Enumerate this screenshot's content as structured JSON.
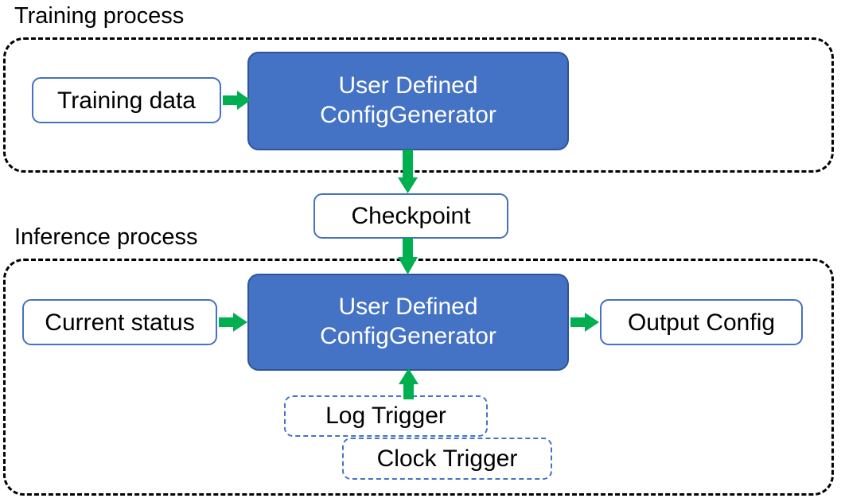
{
  "diagram": {
    "title_training": "Training process",
    "title_inference": "Inference process",
    "colors": {
      "process_fill": "#4472C4",
      "process_border": "#2F5597",
      "node_border": "#4472C4",
      "arrow": "#00B050",
      "group_border": "#000000",
      "text_dark": "#000000",
      "text_light": "#FFFFFF",
      "background": "#FFFFFF"
    }
  },
  "training": {
    "label": "Training process",
    "nodes": {
      "training_data": "Training data",
      "generator_line1": "User Defined",
      "generator_line2": "ConfigGenerator"
    }
  },
  "bridge": {
    "checkpoint": "Checkpoint"
  },
  "inference": {
    "label": "Inference process",
    "nodes": {
      "current_status": "Current status",
      "generator_line1": "User Defined",
      "generator_line2": "ConfigGenerator",
      "output_config": "Output Config",
      "log_trigger": "Log Trigger",
      "clock_trigger": "Clock Trigger"
    }
  },
  "edges": [
    {
      "from": "Training data",
      "to": "User Defined ConfigGenerator",
      "direction": "right"
    },
    {
      "from": "User Defined ConfigGenerator",
      "to": "Checkpoint",
      "direction": "down"
    },
    {
      "from": "Checkpoint",
      "to": "User Defined ConfigGenerator",
      "direction": "down"
    },
    {
      "from": "Current status",
      "to": "User Defined ConfigGenerator",
      "direction": "right"
    },
    {
      "from": "User Defined ConfigGenerator",
      "to": "Output Config",
      "direction": "right"
    },
    {
      "from": "Log Trigger",
      "to": "User Defined ConfigGenerator",
      "direction": "up"
    }
  ]
}
